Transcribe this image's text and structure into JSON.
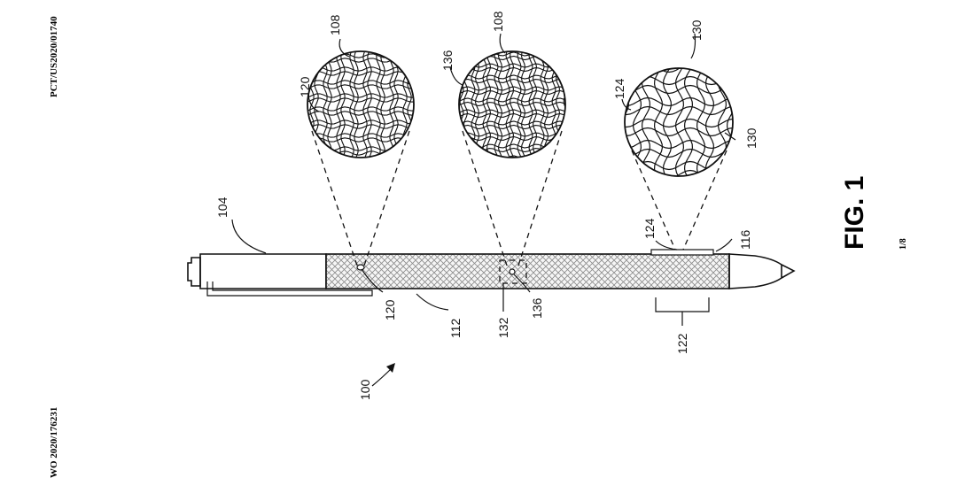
{
  "header_left": "WO 2020/176231",
  "header_right": "PCT/US2020/01740",
  "figure_label": "FIG. 1",
  "page_number": "1/8",
  "refs": {
    "r100": "100",
    "r104": "104",
    "r108a": "108",
    "r108b": "108",
    "r112": "112",
    "r116": "116",
    "r120a": "120",
    "r120b": "120",
    "r122": "122",
    "r124a": "124",
    "r124b": "124",
    "r130a": "130",
    "r130b": "130",
    "r132": "132",
    "r136a": "136",
    "r136b": "136"
  }
}
